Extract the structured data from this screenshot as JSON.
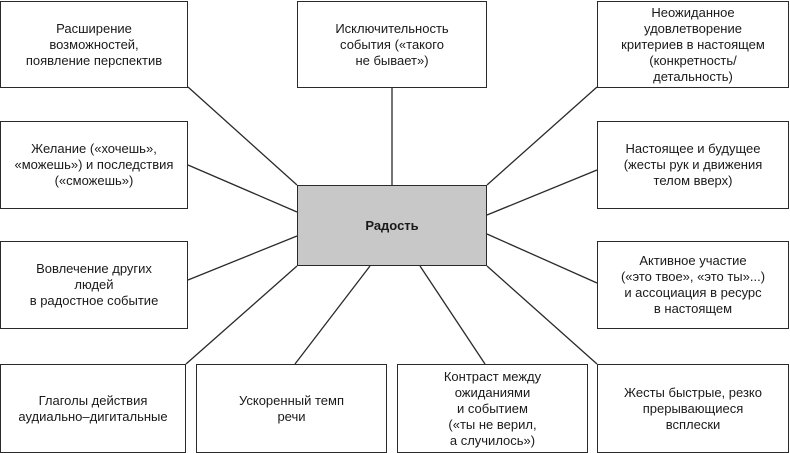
{
  "center": {
    "label": "Радость"
  },
  "nodes": {
    "expansion": "Расширение\nвозможностей,\nпоявление перспектив",
    "exclusivity": "Исключительность\nсобытия («такого\nне бывает»)",
    "unexpected": "Неожиданное\nудовлетворение\nкритериев в настоящем\n(конкретность/\nдетальность)",
    "desire": "Желание («хочешь»,\n«можешь») и последствия\n(«сможешь»)",
    "present_future": "Настоящее и будущее\n(жесты рук и движения\nтелом вверх)",
    "involvement": "Вовлечение других\nлюдей\nв радостное событие",
    "active": "Активное участие\n(«это твое», «это ты»...)\nи ассоциация в ресурс\nв настоящем",
    "verbs": "Глаголы действия\nаудиально–дигитальные",
    "tempo": "Ускоренный темп\nречи",
    "contrast": "Контраст между\nожиданиями\nи событием\n(«ты не верил,\nа случилось»)",
    "gestures": "Жесты быстрые, резко\nпрерывающиеся\nвсплески"
  }
}
